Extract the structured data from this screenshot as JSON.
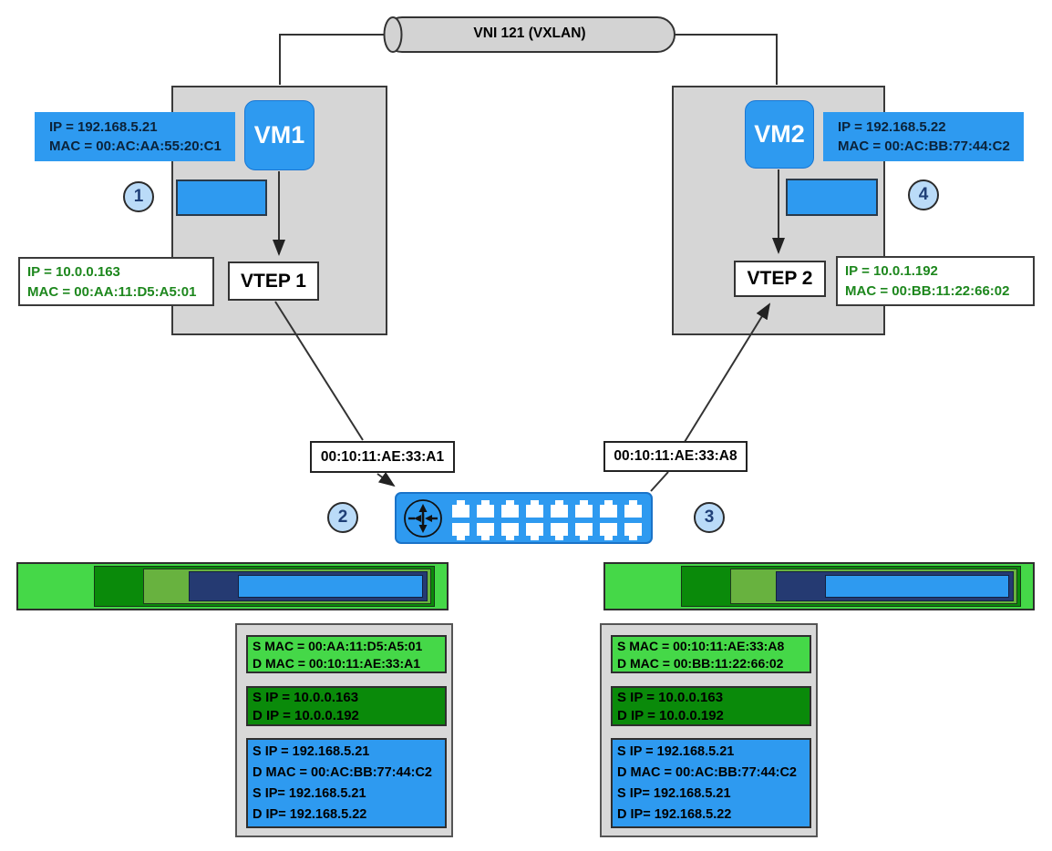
{
  "diagram": {
    "tunnel_label": "VNI 121 (VXLAN)",
    "steps": {
      "one": "1",
      "two": "2",
      "three": "3",
      "four": "4"
    },
    "host_left": {
      "vm_name": "VM1",
      "vm_ip": "IP = 192.168.5.21",
      "vm_mac": "MAC = 00:AC:AA:55:20:C1",
      "vtep_name": "VTEP 1",
      "vtep_ip": "IP = 10.0.0.163",
      "vtep_mac": "MAC = 00:AA:11:D5:A5:01"
    },
    "host_right": {
      "vm_name": "VM2",
      "vm_ip": "IP = 192.168.5.22",
      "vm_mac": "MAC = 00:AC:BB:77:44:C2",
      "vtep_name": "VTEP 2",
      "vtep_ip": "IP = 10.0.1.192",
      "vtep_mac": "MAC = 00:BB:11:22:66:02"
    },
    "switch": {
      "port_mac_left": "00:10:11:AE:33:A1",
      "port_mac_right": "00:10:11:AE:33:A8"
    },
    "packet_left": {
      "outer_eth_line1": "S MAC = 00:AA:11:D5:A5:01",
      "outer_eth_line2": "D MAC = 00:10:11:AE:33:A1",
      "outer_ip_line1": "S IP = 10.0.0.163",
      "outer_ip_line2": "D IP = 10.0.0.192",
      "inner_line1": "S IP = 192.168.5.21",
      "inner_line2": "D MAC = 00:AC:BB:77:44:C2",
      "inner_line3": "S IP= 192.168.5.21",
      "inner_line4": "D IP= 192.168.5.22"
    },
    "packet_right": {
      "outer_eth_line1": "S MAC = 00:10:11:AE:33:A8",
      "outer_eth_line2": "D MAC = 00:BB:11:22:66:02",
      "outer_ip_line1": "S IP = 10.0.0.163",
      "outer_ip_line2": "D IP = 10.0.0.192",
      "inner_line1": "S IP = 192.168.5.21",
      "inner_line2": "D MAC = 00:AC:BB:77:44:C2",
      "inner_line3": "S IP= 192.168.5.21",
      "inner_line4": "D IP= 192.168.5.22"
    },
    "colors": {
      "blue": "#2e9af0",
      "bright_green": "#45d848",
      "dark_green": "#0a8a0a",
      "olive_green": "#68b23f",
      "navy": "#253a72",
      "host_gray": "#d6d6d6",
      "circle_fill": "#badbf8",
      "green_text": "#1d871d"
    }
  }
}
